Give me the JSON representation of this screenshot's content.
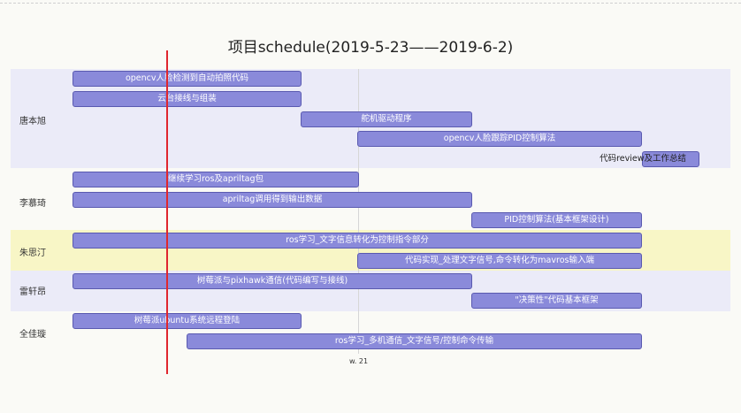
{
  "title": "项目schedule(2019-5-23——2019-6-2)",
  "axis": {
    "week_label": "w. 21"
  },
  "colors": {
    "bar": "#8a8ada",
    "bar_border": "#5a5ab0",
    "today_line": "#e0262e",
    "highlight_row": "#f8f6c6",
    "row_band": "#ebebf8"
  },
  "rows": [
    {
      "name": "唐本旭",
      "tasks": [
        "opencv人脸检测到自动拍照代码",
        "云台接线与组装",
        "舵机驱动程序",
        "opencv人脸跟踪PID控制算法",
        "代码review及工作总结"
      ]
    },
    {
      "name": "李慕琦",
      "tasks": [
        "继续学习ros及apriltag包",
        "apriltag调用得到输出数据",
        "PID控制算法(基本框架设计)"
      ]
    },
    {
      "name": "朱思汀",
      "tasks": [
        "ros学习_文字信息转化为控制指令部分",
        "代码实现_处理文字信号,命令转化为mavros输入端"
      ]
    },
    {
      "name": "雷轩昂",
      "tasks": [
        "树莓派与pixhawk通信(代码编写与接线)",
        "\"决策性\"代码基本框架"
      ]
    },
    {
      "name": "全佳璇",
      "tasks": [
        "树莓派ubuntu系统远程登陆",
        "ros学习_多机通信_文字信号/控制命令传输"
      ]
    }
  ]
}
